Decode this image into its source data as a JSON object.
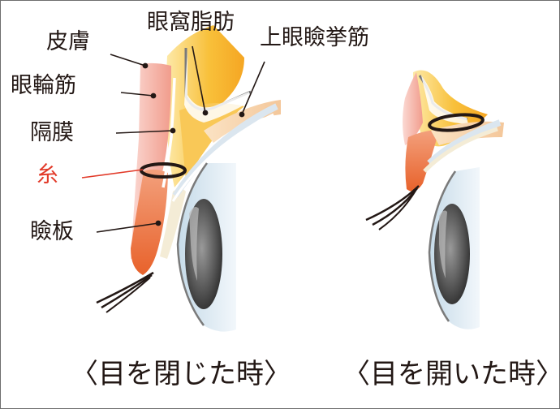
{
  "labels": {
    "skin": "皮膚",
    "orbital_fat": "眼窩脂肪",
    "levator_muscle": "上眼瞼挙筋",
    "orbicularis_muscle": "眼輪筋",
    "septum": "隔膜",
    "suture": "糸",
    "tarsus": "瞼板"
  },
  "captions": {
    "closed": "〈目を閉じた時〉",
    "open": "〈目を開いた時〉"
  },
  "colors": {
    "text": "#231815",
    "suture_text": "#e23b2a",
    "suture_line": "#e23b2a",
    "leader": "#231815",
    "skin": "#f6b9b0",
    "fat": "#f7b52c",
    "orange": "#ea6a28",
    "iris": "#555555"
  }
}
